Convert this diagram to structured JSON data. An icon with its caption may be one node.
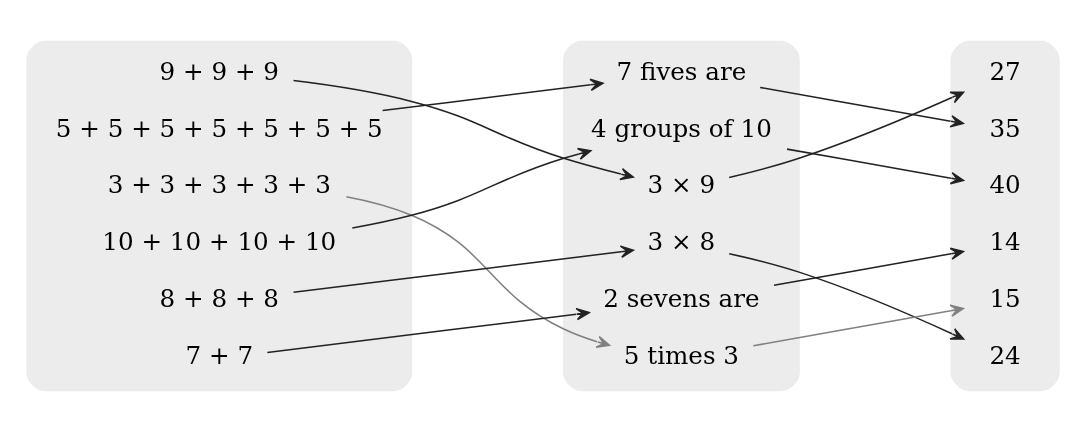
{
  "diagram": {
    "nodes": [
      {
        "text": [],
        "shape": "box"
      },
      {
        "text": [],
        "shape": "box"
      },
      {
        "text": [],
        "shape": "box"
      },
      {
        "text": [
          "9 + 9 + 9"
        ],
        "in": 0
      },
      {
        "text": [
          "5 + 5 + 5 + 5 + 5 + 5 + 5"
        ],
        "in": 0
      },
      {
        "text": [
          "3 + 3 + 3 + 3 + 3"
        ],
        "in": 0
      },
      {
        "text": [
          "10 + 10 + 10 + 10"
        ],
        "in": 0
      },
      {
        "text": [
          "8 + 8 + 8"
        ],
        "in": 0
      },
      {
        "text": [
          "7 + 7"
        ],
        "in": 0
      },
      {
        "text": [
          "7 fives are"
        ],
        "in": 1
      },
      {
        "text": [
          "4 groups of 10"
        ],
        "in": 1
      },
      {
        "text": [
          "3 × 9"
        ],
        "in": 1
      },
      {
        "text": [
          "3 × 8"
        ],
        "in": 1
      },
      {
        "text": [
          "2 sevens are"
        ],
        "in": 1
      },
      {
        "text": [
          "5 times 3"
        ],
        "in": 1
      },
      {
        "text": [
          "27"
        ],
        "in": 2
      },
      {
        "text": [
          "35"
        ],
        "in": 2
      },
      {
        "text": [
          "40"
        ],
        "in": 2
      },
      {
        "text": [
          "14"
        ],
        "in": 2
      },
      {
        "text": [
          "15"
        ],
        "in": 2
      },
      {
        "text": [
          "24"
        ],
        "in": 2
      }
    ],
    "edges": [
      {
        "from": 3,
        "to": 11,
        "arrow": "to"
      },
      {
        "from": 4,
        "to": 9,
        "arrow": "to"
      },
      {
        "from": 5,
        "to": 14,
        "arrow": "to",
        "color": "#808080"
      },
      {
        "from": 6,
        "to": 10,
        "arrow": "to"
      },
      {
        "from": 7,
        "to": 12,
        "arrow": "to"
      },
      {
        "from": 8,
        "to": 13,
        "arrow": "to"
      },
      {
        "from": 9,
        "to": 16,
        "arrow": "to"
      },
      {
        "from": 10,
        "to": 17,
        "arrow": "to"
      },
      {
        "from": 11,
        "to": 15,
        "arrow": "to"
      },
      {
        "from": 12,
        "to": 20,
        "arrow": "to"
      },
      {
        "from": 13,
        "to": 18,
        "arrow": "to"
      },
      {
        "from": 14,
        "to": 19,
        "arrow": "to",
        "color": "#808080"
      }
    ]
  }
}
